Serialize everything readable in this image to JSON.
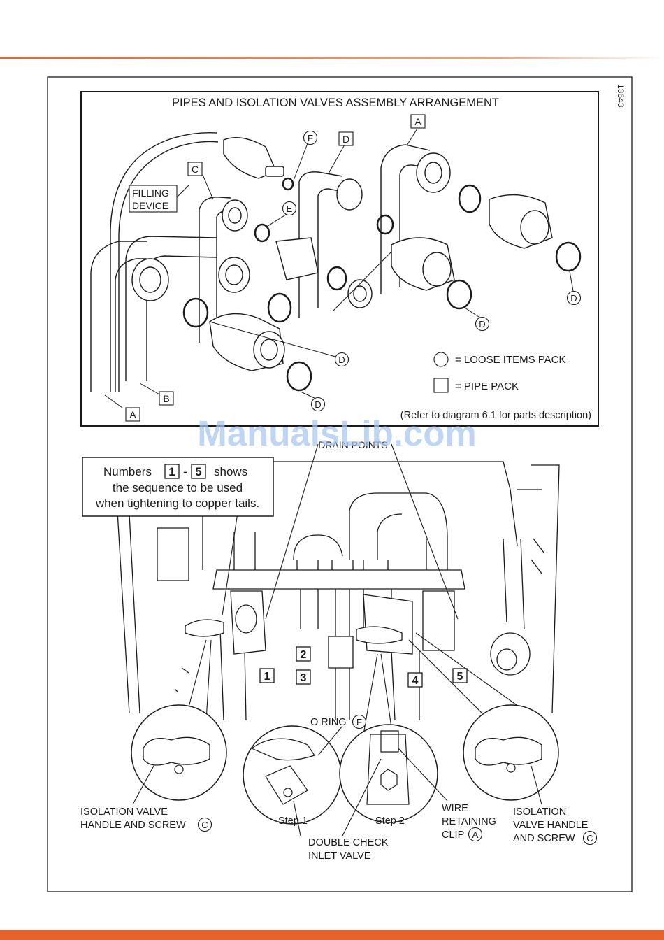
{
  "colors": {
    "accent": "#e8622c",
    "line": "#1a1a1a",
    "watermark": "#a9c8ef"
  },
  "figure_number": "13643",
  "top_panel": {
    "title": "PIPES AND ISOLATION VALVES ASSEMBLY ARRANGEMENT",
    "filling_device_line1": "FILLING",
    "filling_device_line2": "DEVICE",
    "letter_a": "A",
    "letter_b": "B",
    "letter_c": "C",
    "letter_d": "D",
    "letter_e": "E",
    "letter_f": "F",
    "legend_loose": "= LOOSE ITEMS PACK",
    "legend_pipe": "= PIPE PACK",
    "refer_note": "(Refer to diagram 6.1 for parts description)"
  },
  "watermark": "ManualsLib.com",
  "drain_points": "DRAIN POINTS",
  "sequence_note": {
    "line1_pre": "Numbers",
    "num_first": "1",
    "dash": "-",
    "num_last": "5",
    "line1_post": "shows",
    "line2": "the sequence to be used",
    "line3": "when tightening to copper tails."
  },
  "sequence_numbers": [
    "1",
    "2",
    "3",
    "4",
    "5"
  ],
  "callouts": {
    "o_ring": "O RING",
    "letter_f": "F",
    "step1": "Step 1",
    "step2": "Step 2",
    "double_check_line1": "DOUBLE CHECK",
    "double_check_line2": "INLET VALVE",
    "wire_line1": "WIRE",
    "wire_line2": "RETAINING",
    "wire_line3": "CLIP",
    "letter_a": "A",
    "iso_left_line1": "ISOLATION VALVE",
    "iso_left_line2": "HANDLE AND SCREW",
    "letter_c": "C",
    "iso_right_line1": "ISOLATION",
    "iso_right_line2": "VALVE HANDLE",
    "iso_right_line3": "AND SCREW"
  }
}
